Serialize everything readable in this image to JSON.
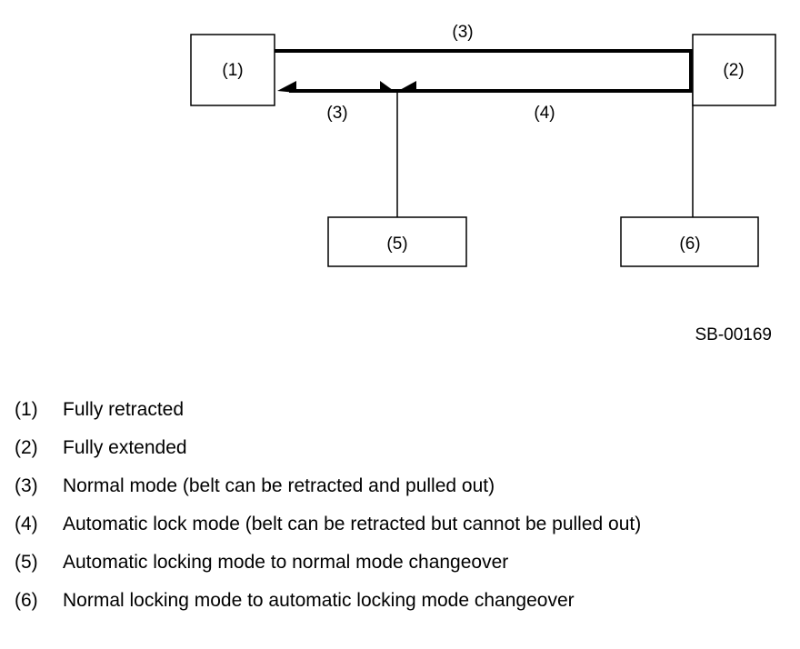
{
  "diagram": {
    "boxes": {
      "box_1": "(1)",
      "box_2": "(2)",
      "box_5": "(5)",
      "box_6": "(6)"
    },
    "path_labels": {
      "top": "(3)",
      "bottom_left": "(3)",
      "bottom_right": "(4)"
    },
    "figure_code": "SB-00169"
  },
  "legend": [
    {
      "num": "(1)",
      "text": "Fully retracted"
    },
    {
      "num": "(2)",
      "text": "Fully extended"
    },
    {
      "num": "(3)",
      "text": "Normal mode (belt can be retracted and pulled out)"
    },
    {
      "num": "(4)",
      "text": "Automatic lock mode (belt can be retracted but cannot be pulled out)"
    },
    {
      "num": "(5)",
      "text": "Automatic locking mode to normal mode changeover"
    },
    {
      "num": "(6)",
      "text": "Normal locking mode to automatic locking mode changeover"
    }
  ]
}
